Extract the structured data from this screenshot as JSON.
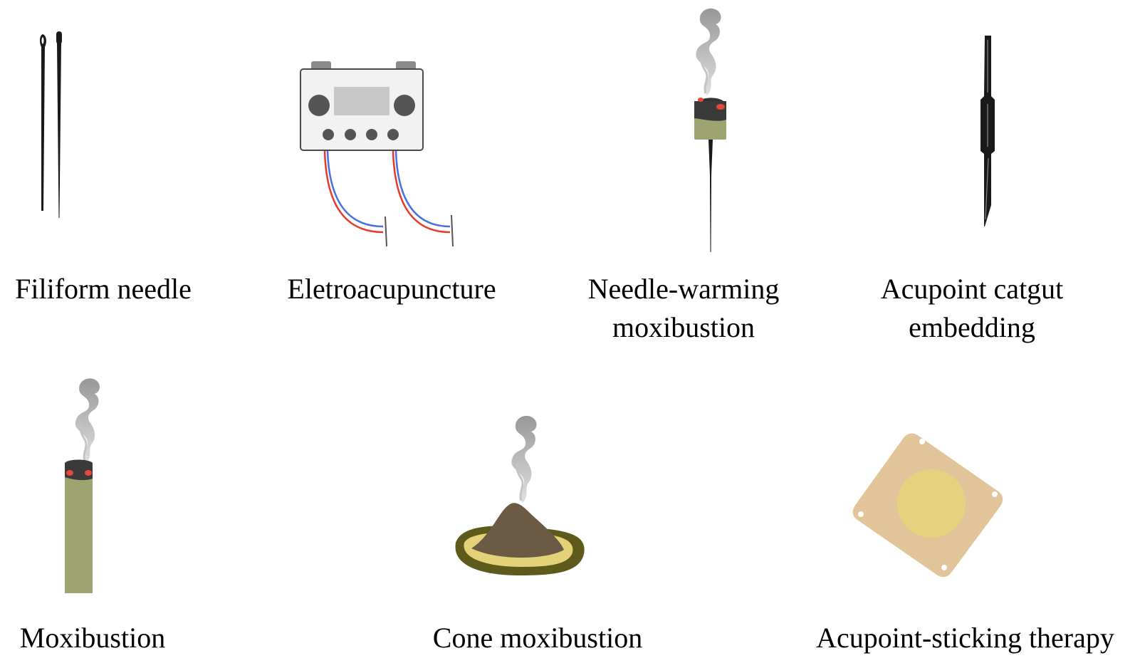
{
  "items": [
    {
      "label_lines": [
        "Filiform needle"
      ],
      "icon": "filiform-needle-icon"
    },
    {
      "label_lines": [
        "Eletroacupuncture"
      ],
      "icon": "electroacupuncture-device-icon"
    },
    {
      "label_lines": [
        "Needle-warming",
        "moxibustion"
      ],
      "icon": "needle-warming-moxibustion-icon"
    },
    {
      "label_lines": [
        "Acupoint catgut",
        "embedding"
      ],
      "icon": "catgut-embedding-needle-icon"
    },
    {
      "label_lines": [
        "Moxibustion"
      ],
      "icon": "moxa-stick-icon"
    },
    {
      "label_lines": [
        "Cone moxibustion"
      ],
      "icon": "moxa-cone-icon"
    },
    {
      "label_lines": [
        "Acupoint-sticking therapy"
      ],
      "icon": "acupoint-patch-icon"
    }
  ],
  "colors": {
    "needle": "#1a1a1a",
    "device_body": "#f2f2f2",
    "device_knob": "#555555",
    "device_screen": "#c8c8c8",
    "wire_blue": "#4a6fe0",
    "wire_red": "#e8382b",
    "moxa_green": "#9da470",
    "ember_red": "#e8473a",
    "smoke": "#a8a8a8",
    "cone_brown": "#6b5a44",
    "base_dark": "#5e5a1c",
    "base_yellow": "#e4d27a",
    "patch_tan": "#e2c49a",
    "patch_center": "#e6d27e"
  }
}
